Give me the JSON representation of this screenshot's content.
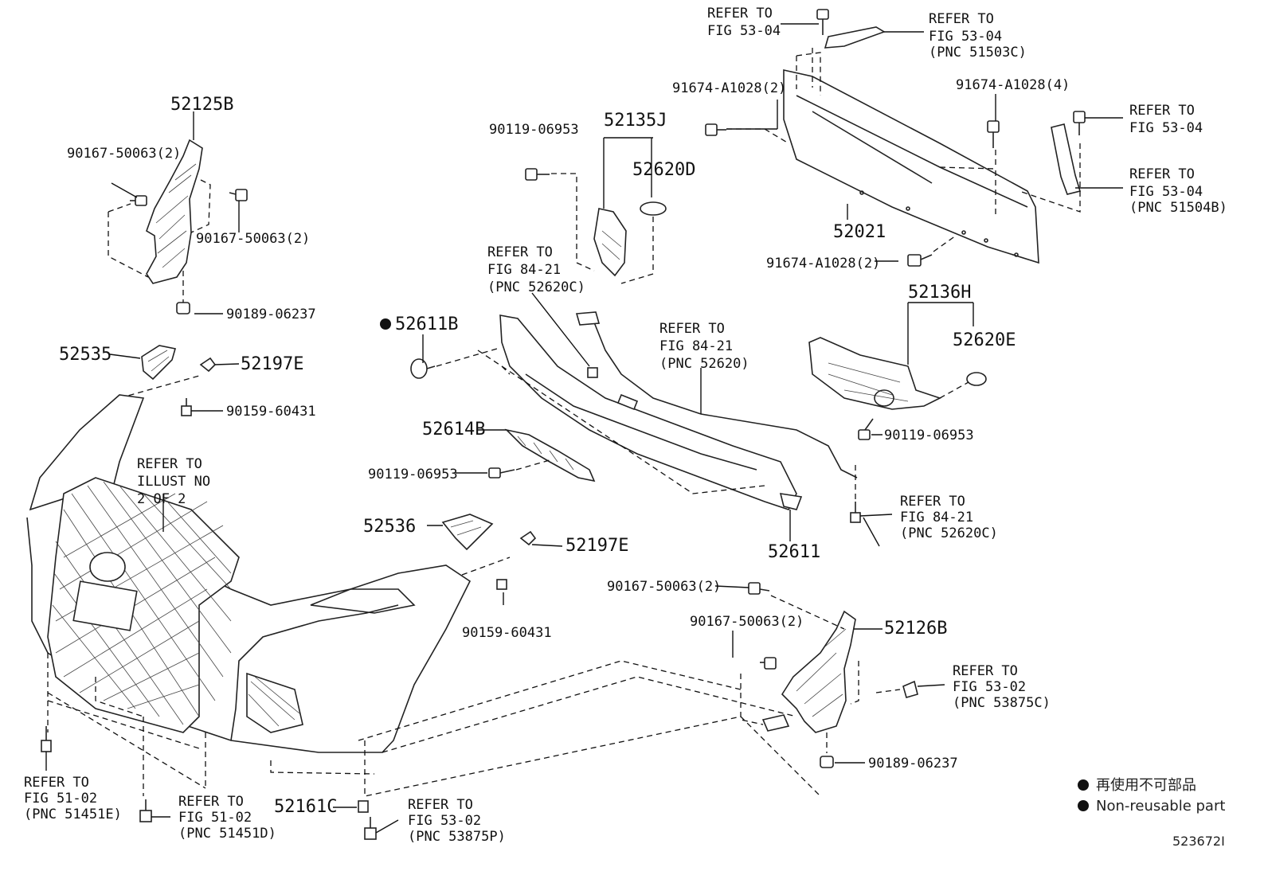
{
  "labels": {
    "p52125B": "52125B",
    "p90167_a": "90167-50063(2)",
    "p90167_b": "90167-50063(2)",
    "p90189_a": "90189-06237",
    "p52535": "52535",
    "p52197E_a": "52197E",
    "p90159_a": "90159-60431",
    "refer_illust_1": "REFER TO",
    "refer_illust_2": "ILLUST NO",
    "refer_illust_3": "2 OF 2",
    "p52611B": "52611B",
    "p90119_top": "90119-06953",
    "p52135J": "52135J",
    "p52620D": "52620D",
    "ref8421c_1": "REFER TO",
    "ref8421c_2": "FIG 84-21",
    "ref8421c_3": "(PNC 52620C)",
    "ref8421_1": "REFER TO",
    "ref8421_2": "FIG 84-21",
    "ref8421_3": "(PNC 52620)",
    "p52614B": "52614B",
    "p90119_mid": "90119-06953",
    "p52536": "52536",
    "p52197E_b": "52197E",
    "p90159_b": "90159-60431",
    "p52611": "52611",
    "ref5304_top1": "REFER TO",
    "ref5304_top2": "FIG 53-04",
    "ref5304c_1": "REFER TO",
    "ref5304c_2": "FIG 53-04",
    "ref5304c_3": "(PNC 51503C)",
    "p91674_l": "91674-A1028(2)",
    "p91674_r": "91674-A1028(4)",
    "ref5304_r1": "REFER TO",
    "ref5304_r2": "FIG 53-04",
    "ref5304b_1": "REFER TO",
    "ref5304b_2": "FIG 53-04",
    "ref5304b_3": "(PNC 51504B)",
    "p52021": "52021",
    "p91674_b": "91674-A1028(2)",
    "p52136H": "52136H",
    "p52620E": "52620E",
    "p90119_r": "90119-06953",
    "ref8421c2_1": "REFER TO",
    "ref8421c2_2": "FIG 84-21",
    "ref8421c2_3": "(PNC 52620C)",
    "p90167_c": "90167-50063(2)",
    "p90167_d": "90167-50063(2)",
    "p52126B": "52126B",
    "ref5302c_1": "REFER TO",
    "ref5302c_2": "FIG 53-02",
    "ref5302c_3": "(PNC 53875C)",
    "p90189_b": "90189-06237",
    "ref5102e_1": "REFER TO",
    "ref5102e_2": "FIG 51-02",
    "ref5102e_3": "(PNC 51451E)",
    "ref5102d_1": "REFER TO",
    "ref5102d_2": "FIG 51-02",
    "ref5102d_3": "(PNC 51451D)",
    "p52161C": "52161C",
    "ref5302p_1": "REFER TO",
    "ref5302p_2": "FIG 53-02",
    "ref5302p_3": "(PNC 53875P)"
  },
  "legend": {
    "japanese": "再使用不可部品",
    "english": "Non-reusable part"
  },
  "diagram_code": "523672I"
}
